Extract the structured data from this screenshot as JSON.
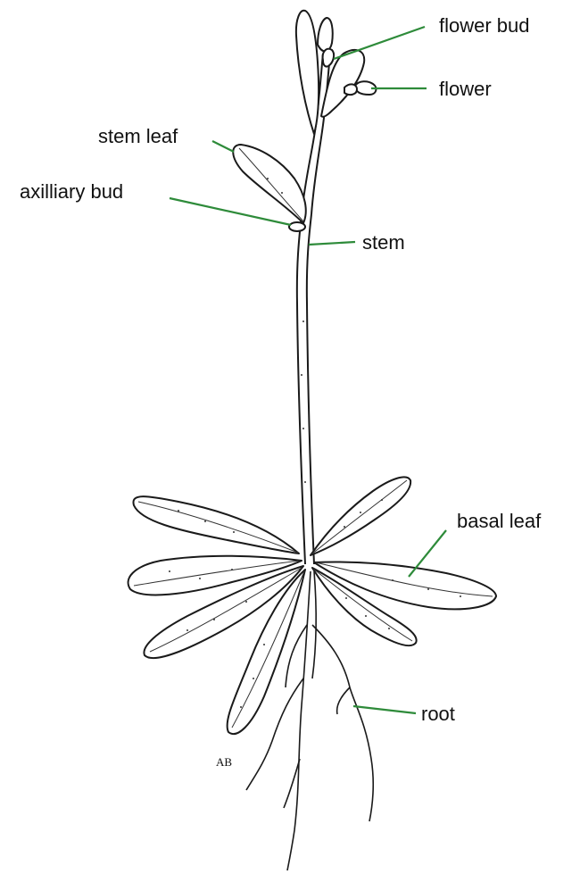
{
  "labels": {
    "flower_bud": "flower bud",
    "flower": "flower",
    "stem_leaf": "stem leaf",
    "axilliary_bud": "axilliary bud",
    "stem": "stem",
    "basal_leaf": "basal leaf",
    "root": "root"
  },
  "colors": {
    "leader_line": "#2e8b3a",
    "ink": "#1a1a1a",
    "background": "#ffffff"
  }
}
